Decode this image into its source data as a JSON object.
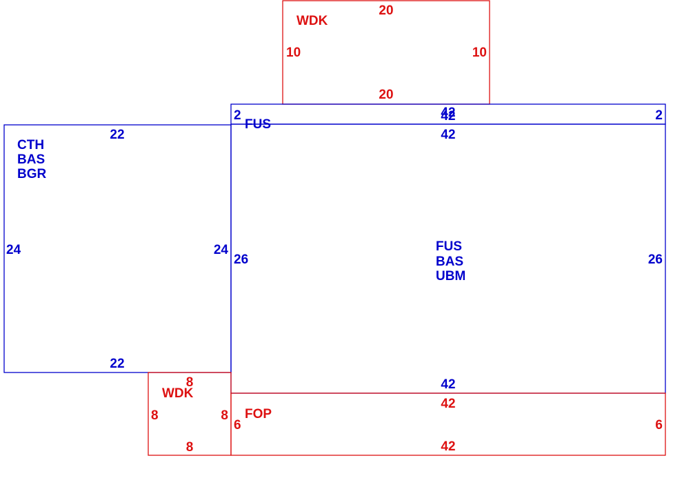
{
  "colors": {
    "main_area": "#0000cc",
    "secondary_area": "#dd1111",
    "background": "#ffffff"
  },
  "areas": [
    {
      "id": "wdk-top",
      "kind": "secondary",
      "codes": [
        "WDK"
      ],
      "dims": {
        "top": "20",
        "bottom": "20",
        "left": "10",
        "right": "10"
      }
    },
    {
      "id": "fus-strip",
      "kind": "main",
      "codes": [
        "FUS"
      ],
      "dims": {
        "top": "42",
        "bottom": "42",
        "left": "2",
        "right": "2"
      }
    },
    {
      "id": "fus-main",
      "kind": "main",
      "codes": [
        "FUS",
        "BAS",
        "UBM"
      ],
      "dims": {
        "top": "42",
        "bottom": "42",
        "left": "26",
        "right": "26"
      }
    },
    {
      "id": "cth-left",
      "kind": "main",
      "codes": [
        "CTH",
        "BAS",
        "BGR"
      ],
      "dims": {
        "top": "22",
        "bottom": "22",
        "left": "24",
        "right": "24"
      }
    },
    {
      "id": "wdk-bottom",
      "kind": "secondary",
      "codes": [
        "WDK"
      ],
      "dims": {
        "top": "8",
        "bottom": "8",
        "left": "8",
        "right": "8"
      }
    },
    {
      "id": "fop-bottom",
      "kind": "secondary",
      "codes": [
        "FOP"
      ],
      "dims": {
        "top": "42",
        "bottom": "42",
        "left": "6",
        "right": "6"
      }
    }
  ]
}
